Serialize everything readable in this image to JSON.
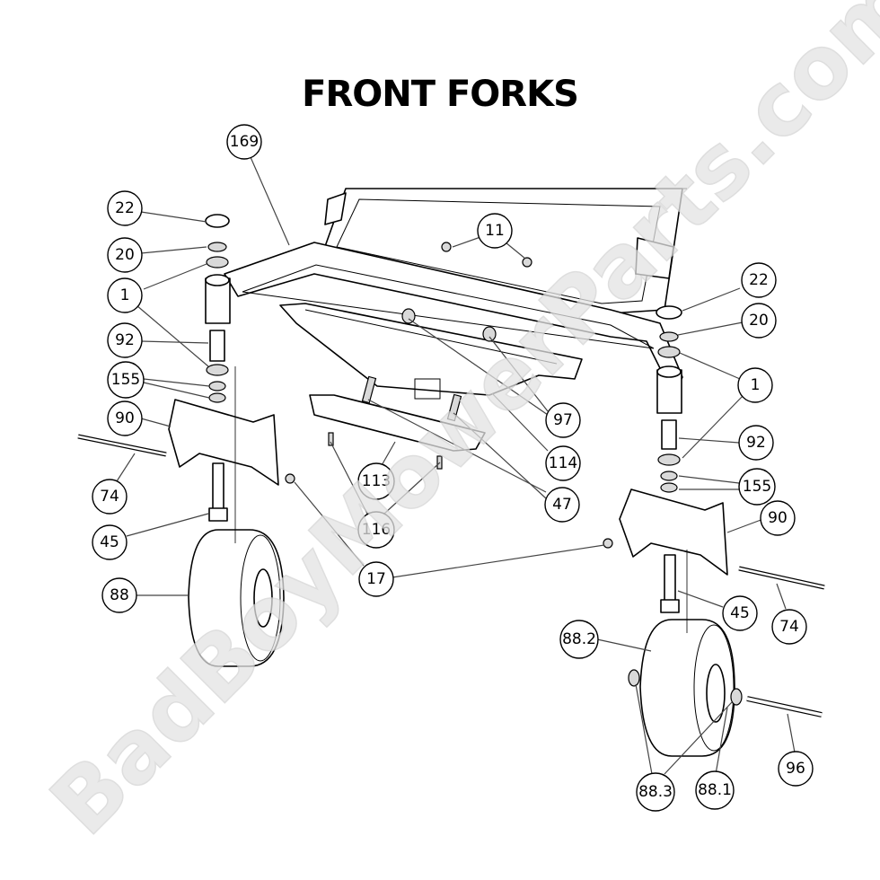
{
  "diagram": {
    "title": "FRONT FORKS",
    "watermark": "BadBoyMowerParts.com",
    "colors": {
      "line": "#000000",
      "watermark": "#e3e3e3",
      "background": "#ffffff"
    },
    "callouts": [
      {
        "id": "c169a",
        "label": "169"
      },
      {
        "id": "c22l",
        "label": "22"
      },
      {
        "id": "c20l",
        "label": "20"
      },
      {
        "id": "c1l",
        "label": "1"
      },
      {
        "id": "c92l",
        "label": "92"
      },
      {
        "id": "c155l",
        "label": "155"
      },
      {
        "id": "c90l",
        "label": "90"
      },
      {
        "id": "c74l",
        "label": "74"
      },
      {
        "id": "c45l",
        "label": "45"
      },
      {
        "id": "c88",
        "label": "88"
      },
      {
        "id": "c11",
        "label": "11"
      },
      {
        "id": "c22r",
        "label": "22"
      },
      {
        "id": "c20r",
        "label": "20"
      },
      {
        "id": "c1r",
        "label": "1"
      },
      {
        "id": "c92r",
        "label": "92"
      },
      {
        "id": "c155r",
        "label": "155"
      },
      {
        "id": "c90r",
        "label": "90"
      },
      {
        "id": "c74r",
        "label": "74"
      },
      {
        "id": "c45r",
        "label": "45"
      },
      {
        "id": "c97",
        "label": "97"
      },
      {
        "id": "c114",
        "label": "114"
      },
      {
        "id": "c47",
        "label": "47"
      },
      {
        "id": "c113",
        "label": "113"
      },
      {
        "id": "c116",
        "label": "116"
      },
      {
        "id": "c17",
        "label": "17"
      },
      {
        "id": "c882",
        "label": "88.2"
      },
      {
        "id": "c883",
        "label": "88.3"
      },
      {
        "id": "c881",
        "label": "88.1"
      },
      {
        "id": "c96",
        "label": "96"
      }
    ]
  }
}
